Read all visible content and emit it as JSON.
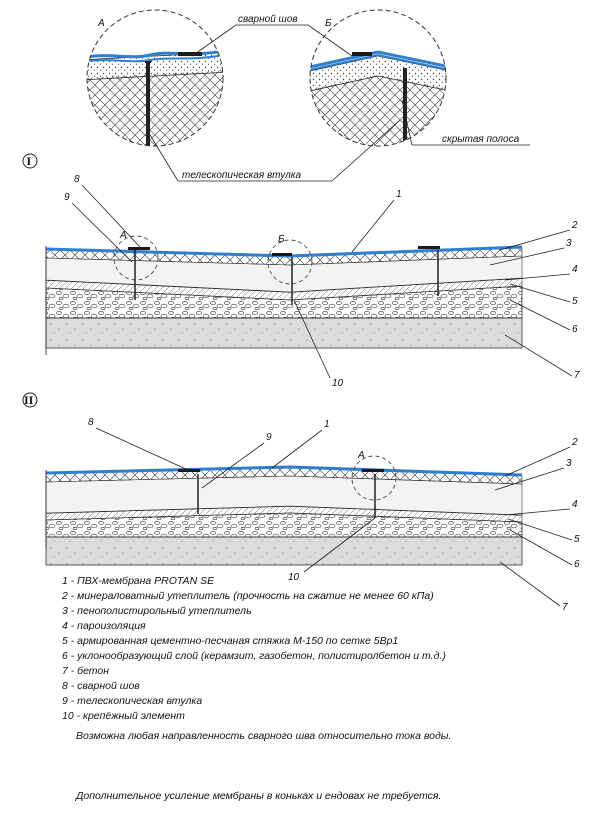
{
  "callouts": {
    "A_label": "A",
    "B_label": "Б",
    "weld": "сварной шов",
    "hidden_strip": "скрытая полоса",
    "sleeve": "телескопическая втулка"
  },
  "sections": {
    "s1": {
      "title": "I",
      "labels": {
        "n1": "1",
        "n2": "2",
        "n3": "3",
        "n4": "4",
        "n5": "5",
        "n6": "6",
        "n7": "7",
        "n8": "8",
        "n9": "9",
        "n10": "10",
        "A": "A",
        "B": "Б"
      }
    },
    "s2": {
      "title": "II",
      "labels": {
        "n1": "1",
        "n2": "2",
        "n3": "3",
        "n4": "4",
        "n5": "5",
        "n6": "6",
        "n7": "7",
        "n8": "8",
        "n9": "9",
        "n10": "10",
        "A": "A"
      }
    }
  },
  "legend": [
    "1 - ПВХ-мембрана  PROTAN SE",
    "2 - минераловатный утеплитель (прочность на сжатие не менее  60 кПа)",
    "3 - пенополистирольный утеплитель",
    "4 - пароизоляция",
    "5 - армированная цементно-песчаная стяжка М-150 по сетке 5Вр1",
    "6 - уклонообразующий слой (керамзит, газобетон, полистиролбетон и т.д.)",
    "7 - бетон",
    "8 - сварной шов",
    "9 - телескопическая втулка",
    "10 - крепёжный элемент"
  ],
  "notes": {
    "direction": "Возможна любая направленность сварного шва относительно тока воды.",
    "reinforcement": "Дополнительное усиление мембраны в коньках и ендовах не требуется."
  },
  "colors": {
    "membrane": "#2f7fd0",
    "ink": "#1a1a1a",
    "concrete": "#dcdcdc"
  }
}
